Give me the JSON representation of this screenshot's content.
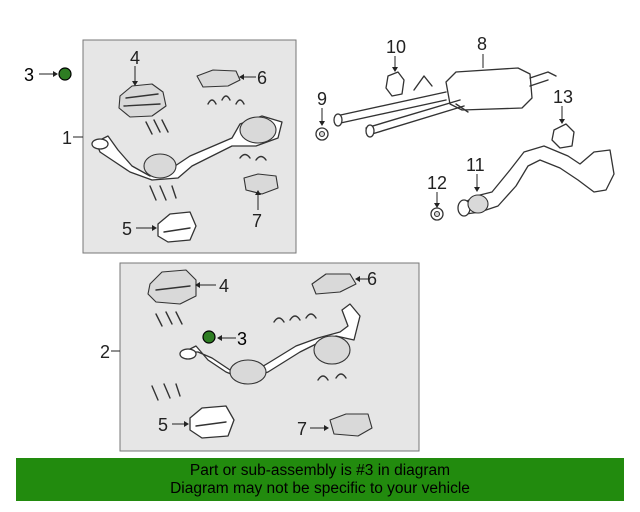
{
  "callouts": {
    "c1": "1",
    "c2": "2",
    "c3a": "3",
    "c3b": "3",
    "c4a": "4",
    "c4b": "4",
    "c5a": "5",
    "c5b": "5",
    "c6a": "6",
    "c6b": "6",
    "c7a": "7",
    "c7b": "7",
    "c8": "8",
    "c9": "9",
    "c10": "10",
    "c11": "11",
    "c12": "12",
    "c13": "13"
  },
  "banner": {
    "line1": "Part or sub-assembly is #3 in diagram",
    "line2": "Diagram may not be specific to your vehicle"
  },
  "colors": {
    "highlight": "#2e7d23",
    "banner": "#228b0e",
    "panel": "#e6e6e6"
  }
}
